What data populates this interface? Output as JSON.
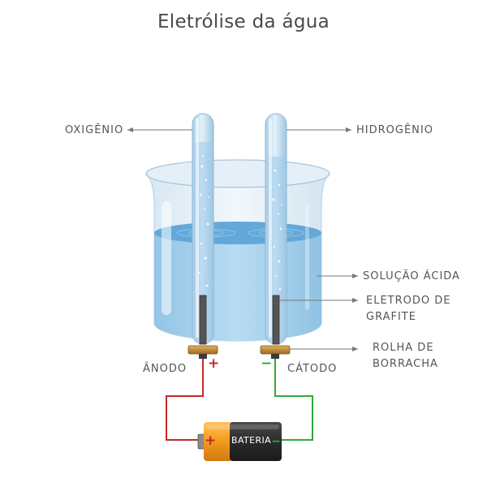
{
  "title": "Eletrólise da água",
  "labels": {
    "oxygen": "OXIGÊNIO",
    "hydrogen": "HIDROGÊNIO",
    "acid_solution": "SOLUÇÃO ÁCIDA",
    "electrode_line1": "ELETRODO DE",
    "electrode_line2": "GRAFITE",
    "stopper_line1": "ROLHA DE",
    "stopper_line2": "BORRACHA",
    "anode": "ÂNODO",
    "cathode": "CÁTODO",
    "plus": "+",
    "minus": "−",
    "battery": "BATERIA",
    "battery_plus": "+",
    "battery_minus": "−"
  },
  "colors": {
    "positive_wire": "#c62828",
    "negative_wire": "#2eaa3a",
    "water": "#a9d4ef",
    "battery_orange": "#f39a1e",
    "battery_dark": "#2b2b2b"
  }
}
